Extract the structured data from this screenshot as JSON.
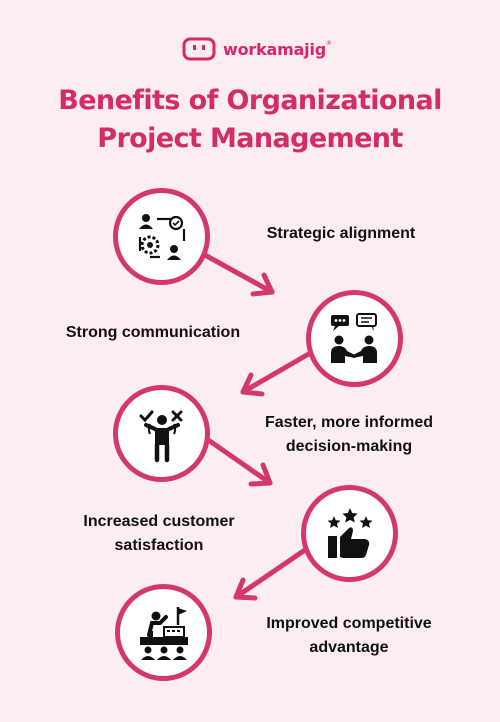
{
  "brand": {
    "name": "workamajig",
    "trademark": "®",
    "color": "#d9266a"
  },
  "title": {
    "line1": "Benefits of Organizational",
    "line2": "Project Management"
  },
  "benefits": [
    {
      "label": "Strategic alignment",
      "icon": "strategy-cycle-icon"
    },
    {
      "label": "Strong communication",
      "icon": "people-talking-icon"
    },
    {
      "label_line1": "Faster, more informed",
      "label_line2": "decision-making",
      "icon": "decision-person-icon"
    },
    {
      "label_line1": "Increased customer",
      "label_line2": "satisfaction",
      "icon": "rating-thumbs-up-icon"
    },
    {
      "label_line1": "Improved competitive",
      "label_line2": "advantage",
      "icon": "team-flag-icon"
    }
  ],
  "colors": {
    "background": "#fcedf1",
    "accent": "#d4386b",
    "text": "#111111"
  }
}
